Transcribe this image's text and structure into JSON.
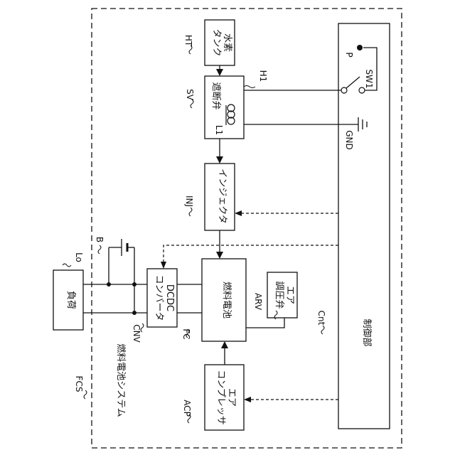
{
  "system": {
    "ref": "FCS",
    "name": "燃料電池システム"
  },
  "blocks": {
    "hydrogen_tank": {
      "ref": "HT",
      "line1": "水素",
      "line2": "タンク"
    },
    "shutoff_valve": {
      "ref": "SV",
      "line1": "遮断弁"
    },
    "coil": {
      "ref": "L1"
    },
    "coil_wire": {
      "ref": "H1"
    },
    "injector": {
      "ref": "INJ",
      "line1": "インジェクタ"
    },
    "fuel_cell": {
      "ref": "FC",
      "line1": "燃料電池"
    },
    "pressure_valve": {
      "ref": "ARV",
      "line1": "エア",
      "line2": "調圧弁"
    },
    "compressor": {
      "ref": "ACP",
      "line1": "エア",
      "line2": "コンプレッサ"
    },
    "converter": {
      "ref": "CNV",
      "line1": "DCDC",
      "line2": "コンバータ"
    },
    "load": {
      "ref": "Lo",
      "line1": "負荷"
    },
    "battery": {
      "ref": "B"
    },
    "controller": {
      "ref": "Cnt",
      "line1": "制御部"
    },
    "switch": {
      "ref": "SW1"
    },
    "power_point": {
      "ref": "P"
    },
    "ground": {
      "ref": "GND"
    }
  }
}
